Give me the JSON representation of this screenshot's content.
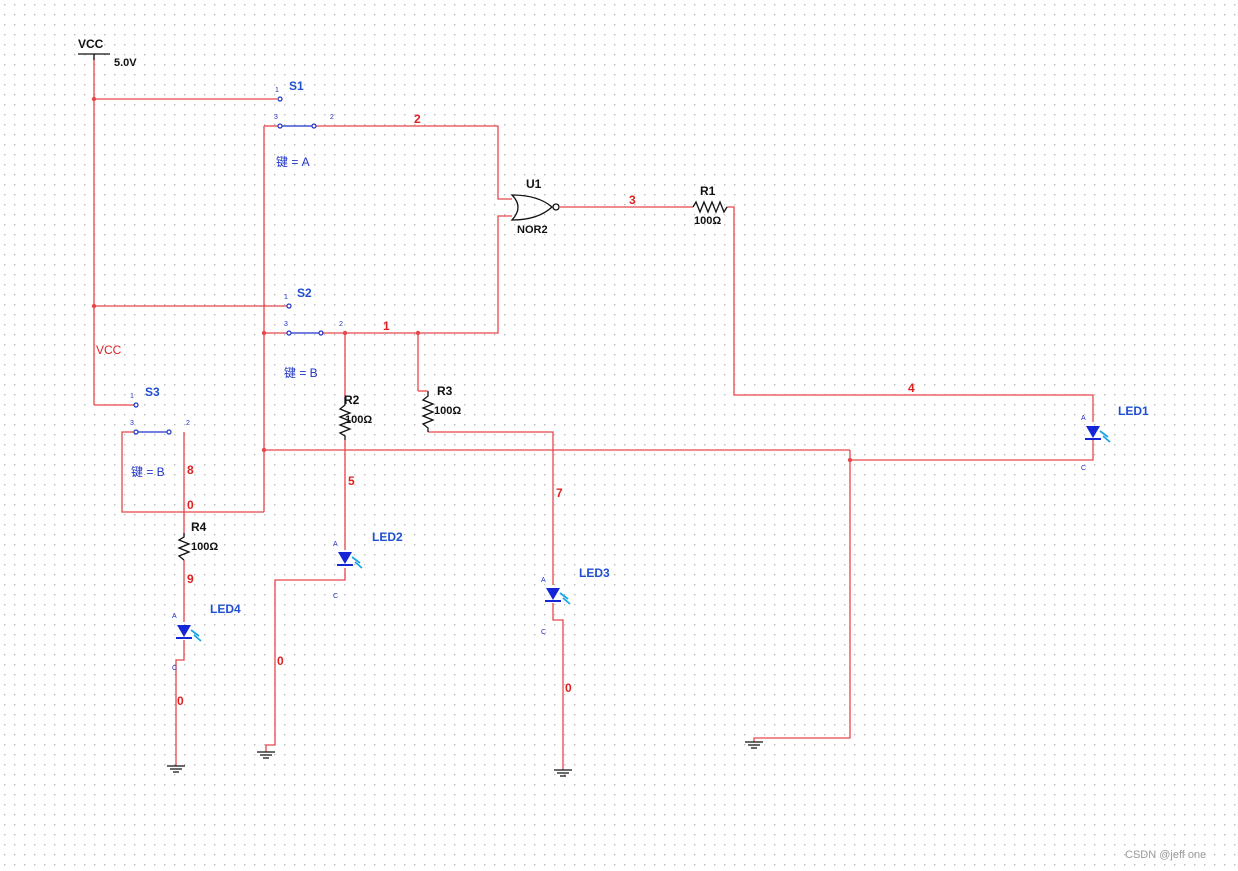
{
  "schematic": {
    "supply": {
      "name": "VCC",
      "voltage": "5.0V",
      "net_label": "VCC"
    },
    "gate": {
      "ref": "U1",
      "type": "NOR2"
    },
    "resistors": [
      {
        "ref": "R1",
        "value": "100Ω"
      },
      {
        "ref": "R2",
        "value": "100Ω"
      },
      {
        "ref": "R3",
        "value": "100Ω"
      },
      {
        "ref": "R4",
        "value": "100Ω"
      }
    ],
    "leds": [
      {
        "ref": "LED1"
      },
      {
        "ref": "LED2"
      },
      {
        "ref": "LED3"
      },
      {
        "ref": "LED4"
      }
    ],
    "switches": [
      {
        "ref": "S1",
        "key": "键 = A",
        "pins": [
          "1",
          "3",
          "2"
        ]
      },
      {
        "ref": "S2",
        "key": "键 = B",
        "pins": [
          "1",
          "3",
          "2"
        ]
      },
      {
        "ref": "S3",
        "key": "键 = B",
        "pins": [
          "1",
          "3",
          "2"
        ]
      }
    ],
    "nets": {
      "n1": "1",
      "n2": "2",
      "n3": "3",
      "n4": "4",
      "n5": "5",
      "n7": "7",
      "n8": "8",
      "n9": "9",
      "n0": "0"
    },
    "led_pins": {
      "anode": "A",
      "cathode": "C"
    }
  },
  "watermark": "CSDN @jeff one",
  "colors": {
    "wire": "#e8474c",
    "component": "#111111",
    "switch": "#1f33c8",
    "led_body": "#1426d6",
    "led_rays": "#1aa6e8",
    "grid_dot": "#b8b8b8"
  }
}
